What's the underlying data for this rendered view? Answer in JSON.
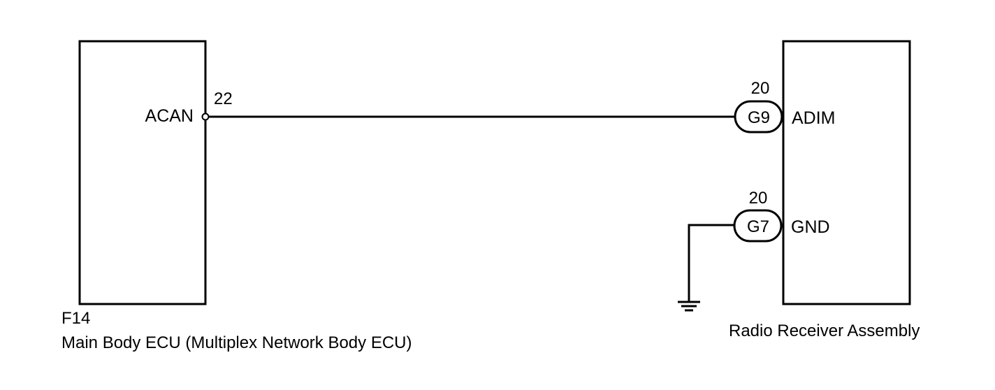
{
  "left_component": {
    "id": "F14",
    "name": "Main Body ECU (Multiplex Network Body ECU)",
    "pin_name": "ACAN",
    "pin_number": "22"
  },
  "right_component": {
    "name": "Radio Receiver Assembly",
    "pins": [
      {
        "connector": "G9",
        "pin_number": "20",
        "pin_name": "ADIM"
      },
      {
        "connector": "G7",
        "pin_number": "20",
        "pin_name": "GND"
      }
    ]
  },
  "colors": {
    "stroke": "#000000",
    "background": "#ffffff"
  },
  "icons": [
    "ground-symbol-icon",
    "connector-icon",
    "terminal-icon"
  ]
}
